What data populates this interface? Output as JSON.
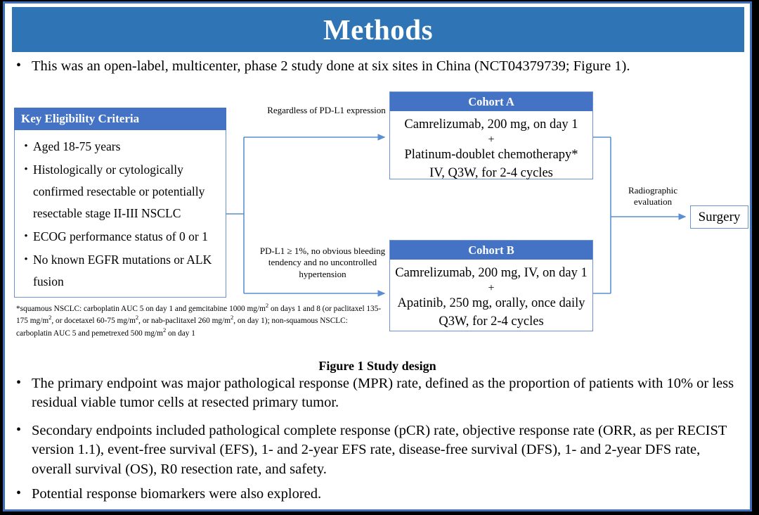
{
  "slide": {
    "title": "Methods",
    "title_bg": "#2F75B5",
    "frame_color": "#3E6FBF",
    "accent_header": "#4472C4",
    "connector_color": "#5B8FD4",
    "bullet_glyph": "•"
  },
  "lead_bullet": "This was an open-label, multicenter, phase 2 study done at six sites in China (NCT04379739; Figure 1).",
  "figure": {
    "caption": "Figure 1 Study design",
    "eligibility": {
      "header": "Key  Eligibility Criteria",
      "items": [
        "Aged 18-75 years",
        "Histologically or cytologically confirmed resectable or potentially resectable stage II-III  NSCLC",
        "ECOG performance status of 0 or 1",
        "No known EGFR mutations or ALK fusion"
      ]
    },
    "footnote": "*squamous NSCLC: carboplatin AUC 5 on day 1 and gemcitabine 1000 mg/m2 on days 1 and 8 (or paclitaxel 135-175 mg/m2, or docetaxel 60-75 mg/m2, or nab-paclitaxel 260 mg/m2, on day 1); non-squamous NSCLC: carboplatin AUC 5 and pemetrexed 500 mg/m2 on day 1",
    "cohort_a": {
      "header": "Cohort A",
      "line1": "Camrelizumab, 200 mg, on day 1",
      "plus": "+",
      "line2": "Platinum-doublet chemotherapy*",
      "line3": "IV, Q3W, for 2-4 cycles"
    },
    "cohort_b": {
      "header": "Cohort B",
      "line1": "Camrelizumab, 200 mg, IV, on day 1",
      "plus": "+",
      "line2": "Apatinib, 250 mg, orally, once daily",
      "line3": "Q3W, for 2-4 cycles"
    },
    "arrow_label_a": "Regardless  of PD-L1 expression",
    "arrow_label_b": "PD-L1 ≥ 1%, no obvious bleeding tendency and no uncontrolled  hypertension",
    "arrow_label_surgery": "Radiographic evaluation",
    "surgery": "Surgery"
  },
  "bullets": {
    "primary": "The primary endpoint was major pathological response (MPR) rate, defined as the proportion of patients with 10% or less residual viable tumor cells at resected primary tumor.",
    "secondary": "Secondary endpoints included pathological complete response (pCR) rate, objective response rate (ORR, as per RECIST version 1.1), event-free survival (EFS), 1- and 2-year EFS rate, disease-free survival (DFS), 1- and 2-year DFS rate, overall survival (OS), R0 resection rate, and safety.",
    "biomarker": "Potential response biomarkers were also explored."
  }
}
